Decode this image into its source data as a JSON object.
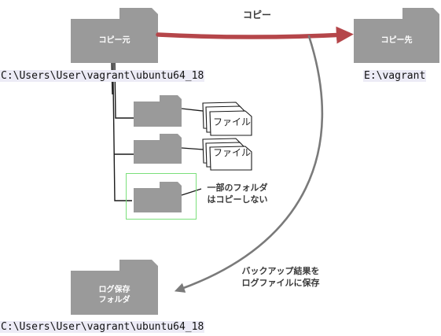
{
  "copy_label": "コピー",
  "source_folder": {
    "label": "コピー元",
    "path": "C:\\Users\\User\\vagrant\\ubuntu64_18"
  },
  "dest_folder": {
    "label": "コピー先",
    "path": "E:\\vagrant"
  },
  "subitems": [
    {
      "file_label": "ファイル"
    },
    {
      "file_label": "ファイル"
    }
  ],
  "excluded_note": [
    "一部のフォルダ",
    "はコピーしない"
  ],
  "log_note": [
    "バックアップ結果を",
    "ログファイルに保存"
  ],
  "log_folder": {
    "label_lines": [
      "ログ保存",
      "フォルダ"
    ],
    "path": "C:\\Users\\User\\vagrant\\ubuntu64_18"
  },
  "colors": {
    "folder": "#9a9a9a",
    "copy_arrow": "#b5464a",
    "log_arrow": "#7a7a7a",
    "exclude_box": "#7be07b",
    "path_bg": "#ecebf6"
  }
}
